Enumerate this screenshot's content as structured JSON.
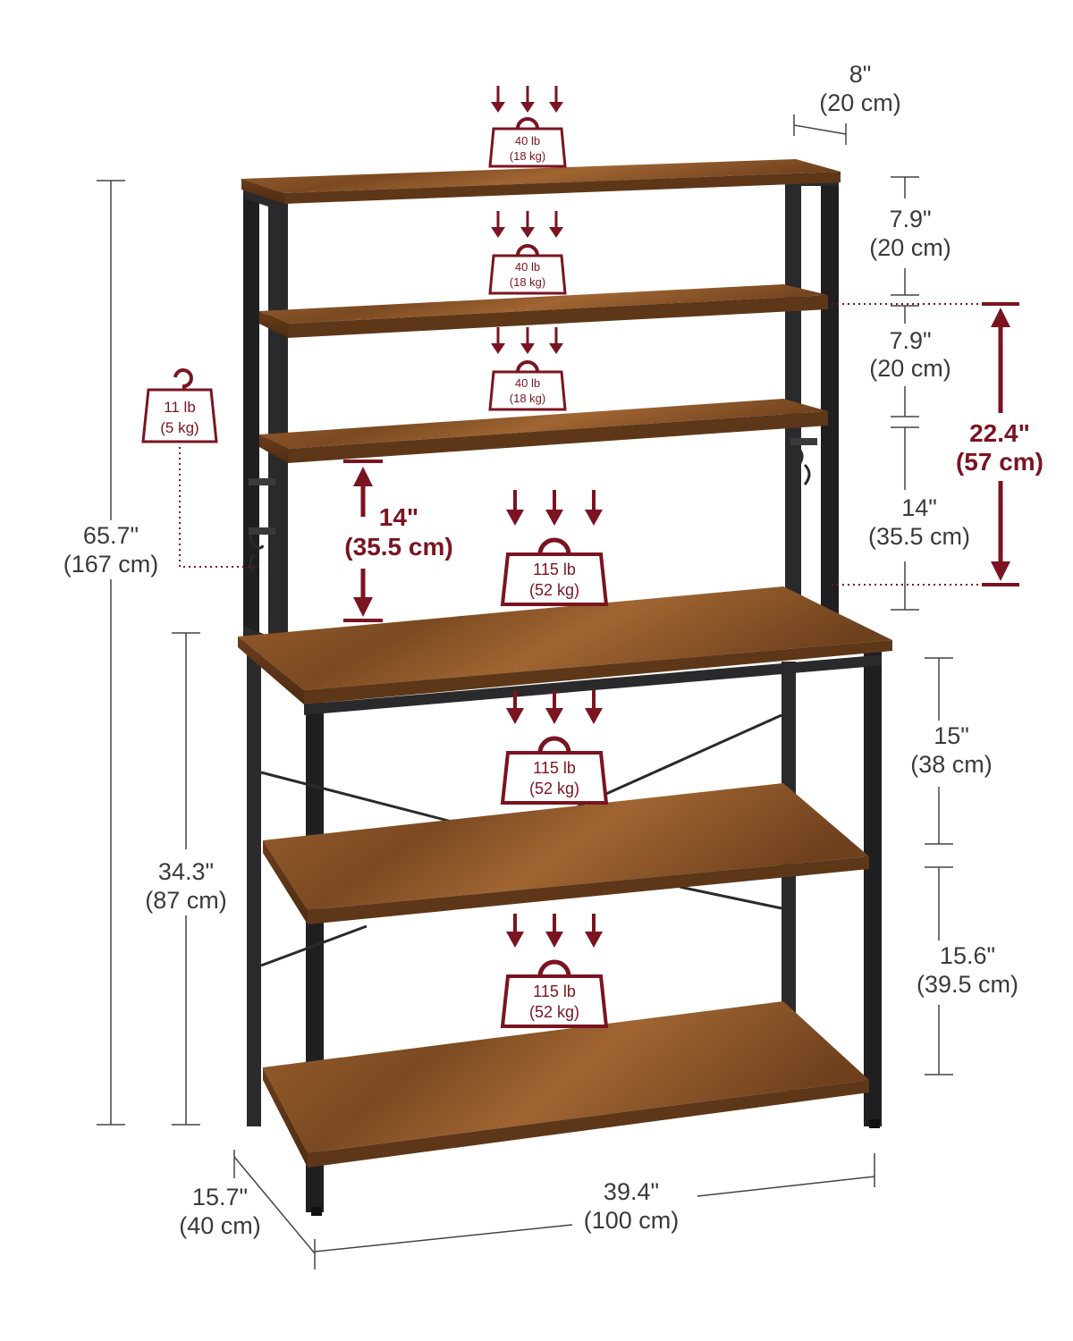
{
  "colors": {
    "wood": "#8a5427",
    "wood_dark": "#5e3719",
    "wood_light": "#a8703a",
    "frame": "#2a2a2c",
    "accent_red": "#7a1420",
    "dim_line": "#444444"
  },
  "dimensions": {
    "top_depth": {
      "in": "8\"",
      "cm": "(20 cm)"
    },
    "hutch_gap_1": {
      "in": "7.9\"",
      "cm": "(20 cm)"
    },
    "hutch_gap_2": {
      "in": "7.9\"",
      "cm": "(20 cm)"
    },
    "hutch_gap_3": {
      "in": "14\"",
      "cm": "(35.5 cm)"
    },
    "hutch_total": {
      "in": "22.4\"",
      "cm": "(57 cm)"
    },
    "lower_gap_1": {
      "in": "15\"",
      "cm": "(38 cm)"
    },
    "lower_gap_2": {
      "in": "15.6\"",
      "cm": "(39.5 cm)"
    },
    "total_height": {
      "in": "65.7\"",
      "cm": "(167 cm)"
    },
    "table_height": {
      "in": "34.3\"",
      "cm": "(87 cm)"
    },
    "width": {
      "in": "39.4\"",
      "cm": "(100 cm)"
    },
    "depth": {
      "in": "15.7\"",
      "cm": "(40 cm)"
    },
    "shelf_clearance": {
      "in": "14\"",
      "cm": "(35.5 cm)"
    }
  },
  "weights": {
    "top_shelf": {
      "lb": "40 lb",
      "kg": "(18 kg)"
    },
    "hutch_shelf_1": {
      "lb": "40 lb",
      "kg": "(18 kg)"
    },
    "hutch_shelf_2": {
      "lb": "40 lb",
      "kg": "(18 kg)"
    },
    "worktop": {
      "lb": "115 lb",
      "kg": "(52 kg)"
    },
    "middle_shelf": {
      "lb": "115 lb",
      "kg": "(52 kg)"
    },
    "bottom_shelf": {
      "lb": "115 lb",
      "kg": "(52 kg)"
    },
    "hook": {
      "lb": "11 lb",
      "kg": "(5 kg)"
    }
  },
  "icons": [
    "weight-icon",
    "hook-icon",
    "down-arrow-icon"
  ]
}
